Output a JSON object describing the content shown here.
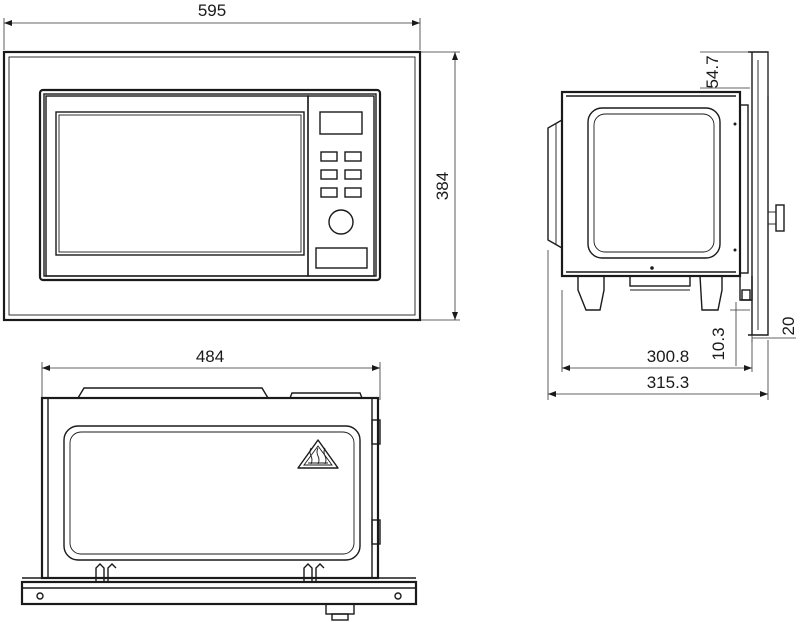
{
  "dimensions": {
    "front_width": "595",
    "front_height": "384",
    "top_width": "484",
    "side_flange": "54.7",
    "side_bottom_offset": "10.3",
    "side_frame": "20",
    "side_depth_body": "300.8",
    "side_depth_total": "315.3"
  },
  "colors": {
    "line": "#1a1a1a",
    "background": "#ffffff"
  },
  "icons": {
    "warning": "hot-surface-warning-icon"
  }
}
